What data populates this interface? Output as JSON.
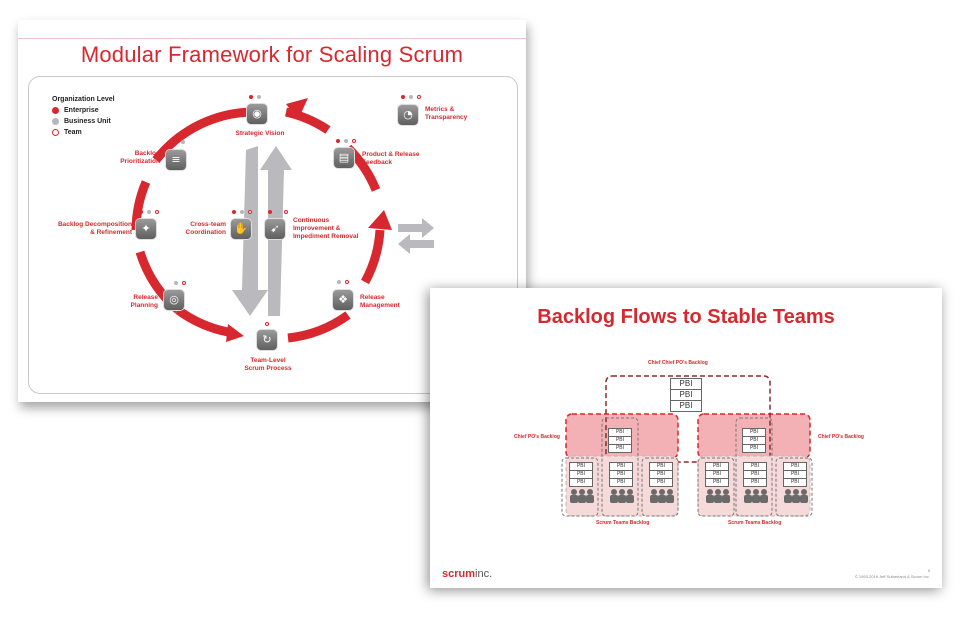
{
  "slide1": {
    "title": "Modular Framework for Scaling Scrum",
    "legend": {
      "heading": "Organization Level",
      "items": [
        {
          "label": "Enterprise",
          "color": "#d7282f"
        },
        {
          "label": "Business Unit",
          "color": "#b6b6bd"
        },
        {
          "label": "Team",
          "color": "#ffffff"
        }
      ]
    },
    "nodes": {
      "strategic_vision": "Strategic Vision",
      "backlog_prioritization": "Backlog\nPrioritization",
      "product_release_feedback": "Product & Release\nFeedback",
      "backlog_decomposition": "Backlog Decomposition\n& Refinement",
      "cross_team": "Cross-team\nCoordination",
      "continuous_improvement": "Continuous\nImprovement &\nImpediment Removal",
      "release_planning": "Release\nPlanning",
      "release_management": "Release\nManagement",
      "team_level": "Team-Level\nScrum Process",
      "metrics": "Metrics &\nTransparency"
    },
    "colors": {
      "accent": "#d7282f",
      "gray_arrow": "#b9b9be"
    }
  },
  "slide2": {
    "title": "Backlog Flows to Stable Teams",
    "chief_chief_label": "Chief Chief PO's Backlog",
    "chief_left_label": "Chief PO's Backlog",
    "chief_right_label": "Chief PO's Backlog",
    "scrum_left_label": "Scrum Teams Backlog",
    "scrum_right_label": "Scrum Teams Backlog",
    "pbi": "PBI",
    "brand_main": "scrum",
    "brand_suffix": "inc.",
    "copyright": "© 1993-2016 Jeff Sutherland & Scrum Inc.",
    "page_number": "5"
  }
}
